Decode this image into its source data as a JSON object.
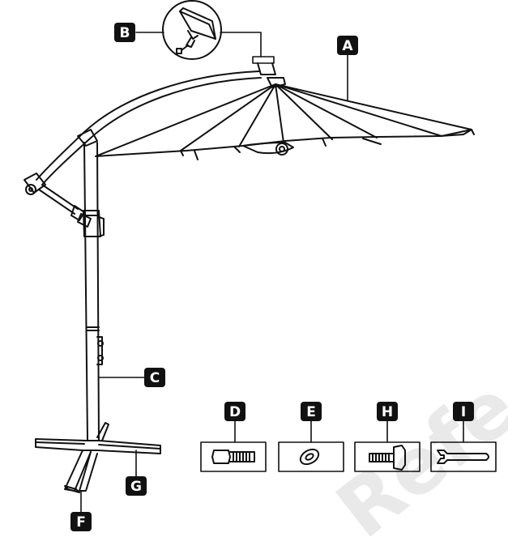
{
  "labels": {
    "A": "A",
    "B": "B",
    "C": "C",
    "D": "D",
    "E": "E",
    "F": "F",
    "G": "G",
    "H": "H",
    "I": "I"
  },
  "watermark": "Refe",
  "colors": {
    "line": "#111111",
    "label_bg": "#111111",
    "label_text": "#ffffff",
    "watermark": "#e9e9e9"
  }
}
